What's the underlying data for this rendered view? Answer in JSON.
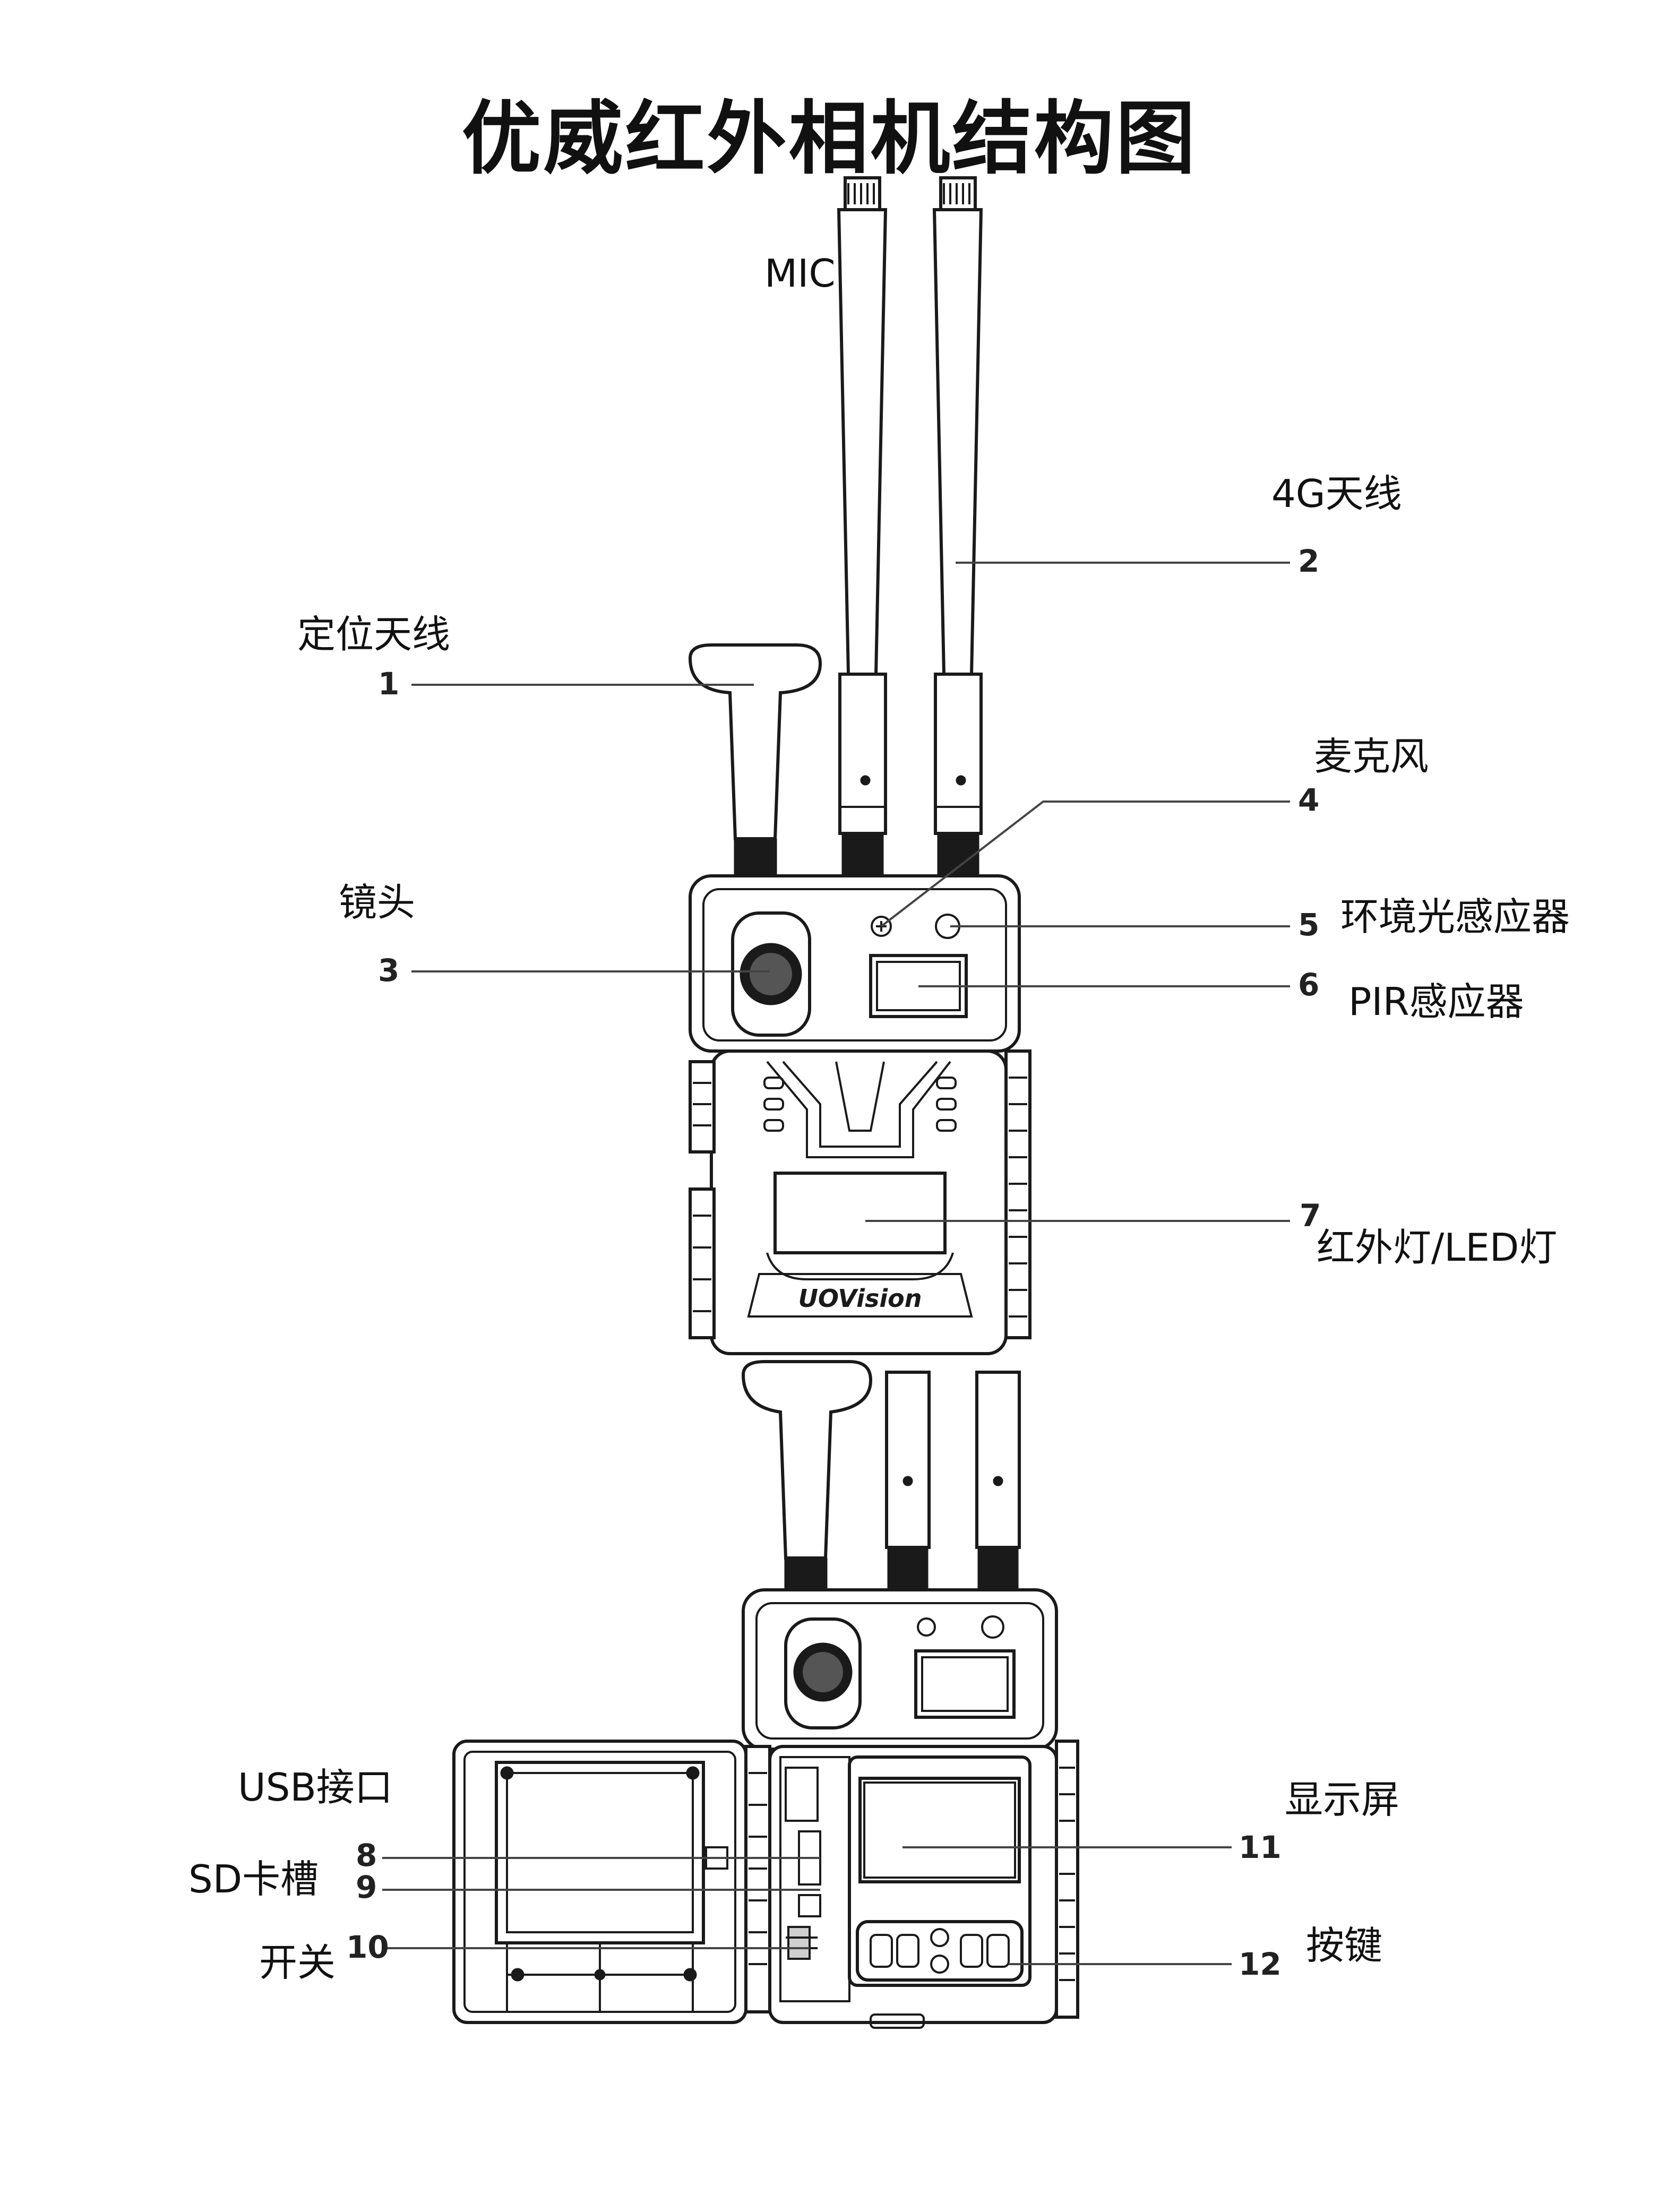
{
  "title": "优威红外相机结构图",
  "mic_label": "MIC",
  "callouts": [
    {
      "num": "1",
      "label": "定位天线"
    },
    {
      "num": "2",
      "label": "4G天线"
    },
    {
      "num": "3",
      "label": "镜头"
    },
    {
      "num": "4",
      "label": "麦克风"
    },
    {
      "num": "5",
      "label": "环境光感应器"
    },
    {
      "num": "6",
      "label": "PIR感应器"
    },
    {
      "num": "7",
      "label": "红外灯/LED灯"
    },
    {
      "num": "8",
      "label": "USB接口"
    },
    {
      "num": "9",
      "label": "SD卡槽"
    },
    {
      "num": "10",
      "label": "开关"
    },
    {
      "num": "11",
      "label": "显示屏"
    },
    {
      "num": "12",
      "label": "按键"
    }
  ],
  "brand_logo": "UOVision"
}
